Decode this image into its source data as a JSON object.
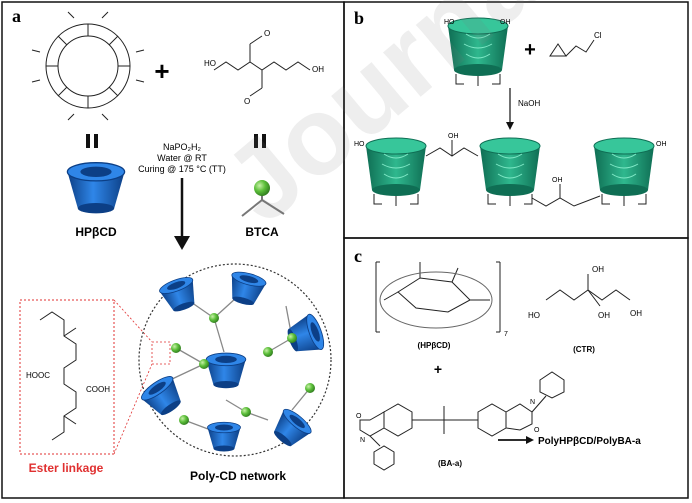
{
  "panel_a": {
    "letter": "a",
    "hpbcd_label": "HPβCD",
    "btca_label": "BTCA",
    "condition_line1": "NaPO₂H₂",
    "condition_line2": "Water @ RT",
    "condition_line3": "Curing @ 175 °C (TT)",
    "ester_label": "Ester linkage",
    "network_label": "Poly-CD network",
    "hooc_label": "HOOC",
    "cooh_label": "COOH",
    "ho_label": "HO",
    "oh_label": "OH",
    "o_label": "O"
  },
  "panel_b": {
    "letter": "b",
    "naoh_label": "NaOH",
    "ho_label": "HO",
    "oh_label": "OH",
    "cl_label": "Cl"
  },
  "panel_c": {
    "letter": "c",
    "hpbcd_label": "(HPβCD)",
    "ctr_label": "(CTR)",
    "baa_label": "(BA-a)",
    "product_label": "PolyHPβCD/PolyBA-a",
    "ho_label": "HO",
    "oh_label": "OH",
    "n_label": "N",
    "o_label": "O",
    "n7_label": "7"
  },
  "colors": {
    "cd_blue": "#1f6fd0",
    "cd_blue_dark": "#0c3f86",
    "cd_green": "#1f9e7a",
    "node_green": "#5cbf3a",
    "ester_red": "#e03030"
  },
  "watermark": "Journal Pre-proof"
}
